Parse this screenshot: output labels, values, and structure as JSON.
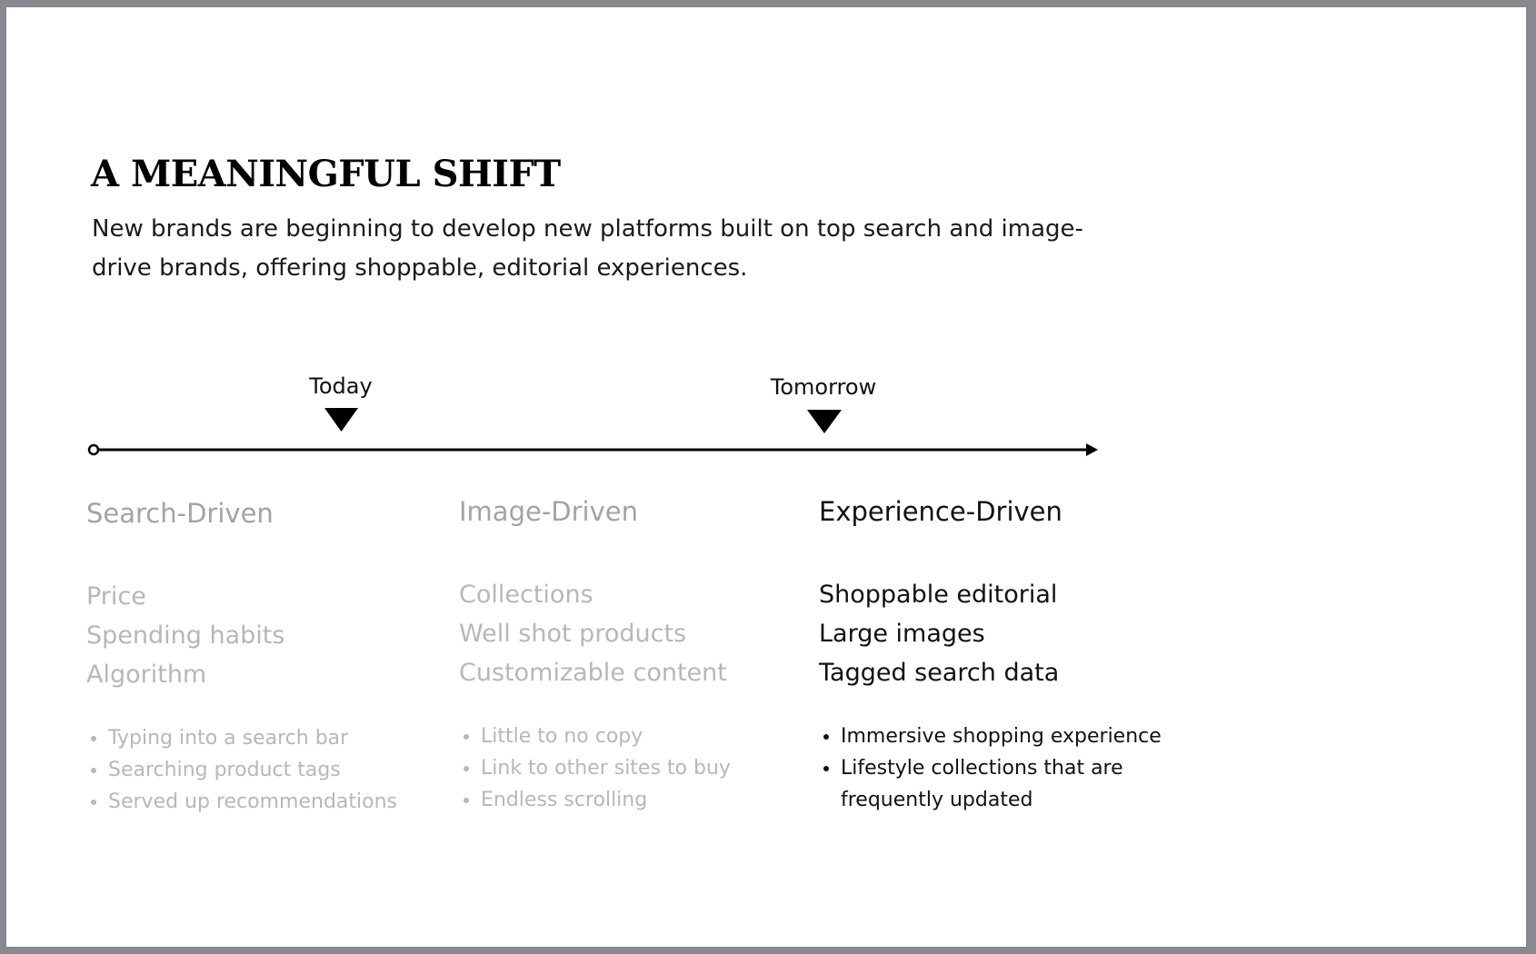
{
  "header": {
    "title": "A MEANINGFUL SHIFT",
    "subtitle": "New brands are beginning to develop new platforms built on top search and image-drive brands, offering shoppable, editorial experiences."
  },
  "timeline": {
    "markers": [
      {
        "label": "Today"
      },
      {
        "label": "Tomorrow"
      }
    ]
  },
  "columns": [
    {
      "heading": "Search-Driven",
      "items": [
        "Price",
        "Spending habits",
        "Algorithm"
      ],
      "bullets": [
        "Typing into a search bar",
        "Searching product tags",
        "Served up recommendations"
      ]
    },
    {
      "heading": "Image-Driven",
      "items": [
        "Collections",
        "Well shot products",
        "Customizable content"
      ],
      "bullets": [
        "Little to no copy",
        "Link to other sites to buy",
        "Endless scrolling"
      ]
    },
    {
      "heading": "Experience-Driven",
      "items": [
        "Shoppable editorial",
        "Large images",
        "Tagged search data"
      ],
      "bullets": [
        "Immersive shopping experience",
        "Lifestyle collections that are frequently updated"
      ]
    }
  ],
  "colors": {
    "frame": "#88898e",
    "active_text": "#111111",
    "inactive_text": "#a3a3a3"
  }
}
